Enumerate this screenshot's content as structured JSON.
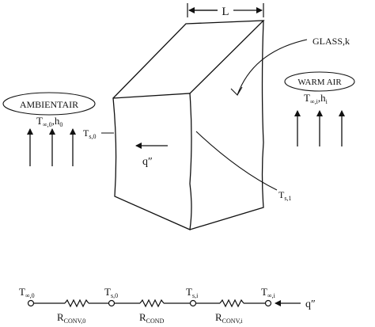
{
  "labels": {
    "thickness": "L",
    "material": "GLASS,k",
    "ambient_title": "AMBIENTAIR",
    "warm_title": "WARM AIR",
    "heat_flux": "q″"
  },
  "ambient": {
    "T": "T",
    "T_sub": "∞,0",
    "comma": ",",
    "h": "h",
    "h_sub": "0"
  },
  "warm": {
    "T": "T",
    "T_sub": "∞,i",
    "comma": ",",
    "h": "h",
    "h_sub": "i"
  },
  "surfaces": {
    "outer": {
      "T": "T",
      "sub": "s,0"
    },
    "inner": {
      "T": "T",
      "sub": "s,1"
    }
  },
  "circuit": {
    "nodes": [
      {
        "T": "T",
        "sub": "∞,0"
      },
      {
        "T": "T",
        "sub": "s,0"
      },
      {
        "T": "T",
        "sub": "s,i"
      },
      {
        "T": "T",
        "sub": "∞,i"
      }
    ],
    "resistors": [
      {
        "R": "R",
        "sub": "CONV,0"
      },
      {
        "R": "R",
        "sub": "COND"
      },
      {
        "R": "R",
        "sub": "CONV,i"
      }
    ],
    "flux": "q″"
  },
  "colors": {
    "ink": "#111111",
    "background": "#ffffff"
  }
}
